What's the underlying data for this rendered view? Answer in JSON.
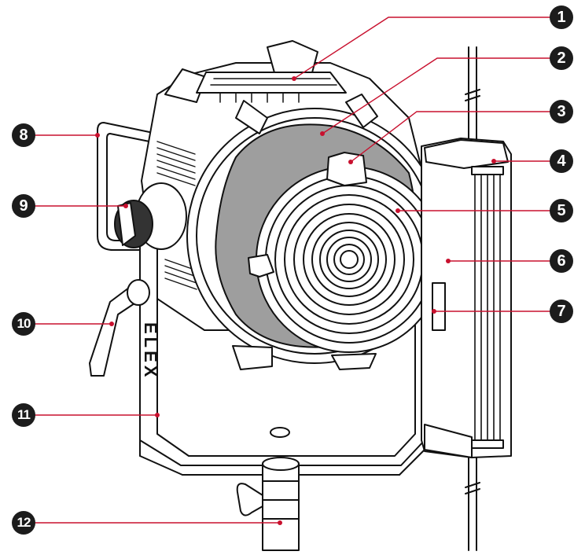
{
  "colors": {
    "leader": "#c8102e",
    "badge": "#1c1c1c",
    "ink": "#111111",
    "diffuser": "#9e9e9e"
  },
  "brand_text": "ELEX",
  "callouts": [
    {
      "id": "1",
      "label": "1"
    },
    {
      "id": "2",
      "label": "2"
    },
    {
      "id": "3",
      "label": "3"
    },
    {
      "id": "4",
      "label": "4"
    },
    {
      "id": "5",
      "label": "5"
    },
    {
      "id": "6",
      "label": "6"
    },
    {
      "id": "7",
      "label": "7"
    },
    {
      "id": "8",
      "label": "8"
    },
    {
      "id": "9",
      "label": "9"
    },
    {
      "id": "10",
      "label": "10"
    },
    {
      "id": "11",
      "label": "11"
    },
    {
      "id": "12",
      "label": "12"
    }
  ]
}
